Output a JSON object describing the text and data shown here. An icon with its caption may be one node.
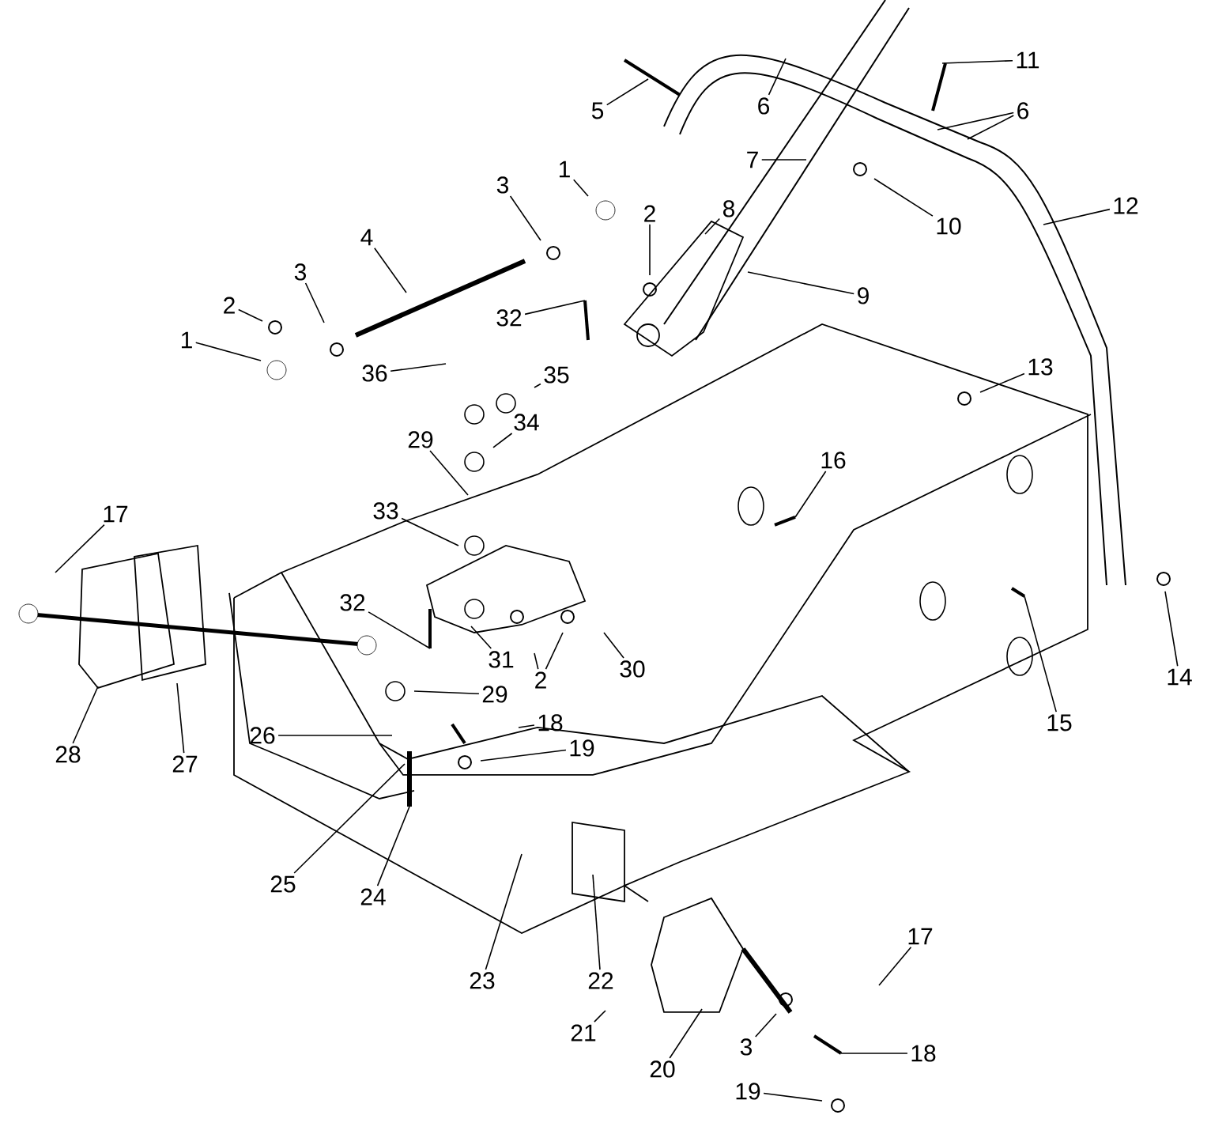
{
  "diagram": {
    "nodes": [
      {
        "text": [
          "11"
        ]
      },
      {
        "text": [
          "6"
        ]
      },
      {
        "text": [
          "6"
        ]
      },
      {
        "text": [
          "5"
        ]
      },
      {
        "text": [
          "7"
        ]
      },
      {
        "text": [
          "1"
        ]
      },
      {
        "text": [
          "3"
        ]
      },
      {
        "text": [
          "12"
        ]
      },
      {
        "text": [
          "8"
        ]
      },
      {
        "text": [
          "2"
        ]
      },
      {
        "text": [
          "10"
        ]
      },
      {
        "text": [
          "4"
        ]
      },
      {
        "text": [
          "3"
        ]
      },
      {
        "text": [
          "9"
        ]
      },
      {
        "text": [
          "2"
        ]
      },
      {
        "text": [
          "32"
        ]
      },
      {
        "text": [
          "1"
        ]
      },
      {
        "text": [
          "13"
        ]
      },
      {
        "text": [
          "36"
        ]
      },
      {
        "text": [
          "35"
        ]
      },
      {
        "text": [
          "34"
        ]
      },
      {
        "text": [
          "29"
        ]
      },
      {
        "text": [
          "16"
        ]
      },
      {
        "text": [
          "33"
        ]
      },
      {
        "text": [
          "17"
        ]
      },
      {
        "text": [
          "32"
        ]
      },
      {
        "text": [
          "30"
        ]
      },
      {
        "text": [
          "31"
        ]
      },
      {
        "text": [
          "2"
        ]
      },
      {
        "text": [
          "14"
        ]
      },
      {
        "text": [
          "29"
        ]
      },
      {
        "text": [
          "18"
        ]
      },
      {
        "text": [
          "15"
        ]
      },
      {
        "text": [
          "26"
        ]
      },
      {
        "text": [
          "19"
        ]
      },
      {
        "text": [
          "28"
        ]
      },
      {
        "text": [
          "27"
        ]
      },
      {
        "text": [
          "25"
        ]
      },
      {
        "text": [
          "24"
        ]
      },
      {
        "text": [
          "17"
        ]
      },
      {
        "text": [
          "22"
        ]
      },
      {
        "text": [
          "23"
        ]
      },
      {
        "text": [
          "21"
        ]
      },
      {
        "text": [
          "3"
        ]
      },
      {
        "text": [
          "18"
        ]
      },
      {
        "text": [
          "20"
        ]
      },
      {
        "text": [
          "19"
        ]
      }
    ],
    "edges": [
      {
        "from": 0,
        "to": null,
        "arrow": "none"
      },
      {
        "from": 1,
        "to": null,
        "arrow": "none"
      },
      {
        "from": 2,
        "to": null,
        "arrow": "none"
      },
      {
        "from": 2,
        "to": null,
        "arrow": "none"
      },
      {
        "from": 3,
        "to": null,
        "arrow": "none"
      },
      {
        "from": 4,
        "to": null,
        "arrow": "none"
      },
      {
        "from": 5,
        "to": null,
        "arrow": "none"
      },
      {
        "from": 6,
        "to": null,
        "arrow": "none"
      },
      {
        "from": 7,
        "to": null,
        "arrow": "none"
      },
      {
        "from": 8,
        "to": null,
        "arrow": "none"
      },
      {
        "from": 9,
        "to": null,
        "arrow": "none"
      },
      {
        "from": 10,
        "to": null,
        "arrow": "none"
      },
      {
        "from": 11,
        "to": null,
        "arrow": "none"
      },
      {
        "from": 12,
        "to": null,
        "arrow": "none"
      },
      {
        "from": 13,
        "to": null,
        "arrow": "none"
      },
      {
        "from": 14,
        "to": null,
        "arrow": "none"
      },
      {
        "from": 15,
        "to": null,
        "arrow": "none"
      },
      {
        "from": 16,
        "to": null,
        "arrow": "none"
      },
      {
        "from": 17,
        "to": null,
        "arrow": "none"
      },
      {
        "from": 18,
        "to": null,
        "arrow": "none"
      },
      {
        "from": 19,
        "to": null,
        "arrow": "none"
      },
      {
        "from": 20,
        "to": null,
        "arrow": "none"
      },
      {
        "from": 21,
        "to": null,
        "arrow": "none"
      },
      {
        "from": 22,
        "to": null,
        "arrow": "none"
      },
      {
        "from": 23,
        "to": null,
        "arrow": "none"
      },
      {
        "from": 24,
        "to": null,
        "arrow": "none"
      },
      {
        "from": 25,
        "to": null,
        "arrow": "none"
      },
      {
        "from": 26,
        "to": null,
        "arrow": "none"
      },
      {
        "from": 27,
        "to": null,
        "arrow": "none"
      },
      {
        "from": 28,
        "to": null,
        "arrow": "none"
      },
      {
        "from": 28,
        "to": null,
        "arrow": "none"
      },
      {
        "from": 29,
        "to": null,
        "arrow": "none"
      },
      {
        "from": 30,
        "to": null,
        "arrow": "none"
      },
      {
        "from": 31,
        "to": null,
        "arrow": "none"
      },
      {
        "from": 32,
        "to": null,
        "arrow": "none"
      },
      {
        "from": 33,
        "to": null,
        "arrow": "none"
      },
      {
        "from": 34,
        "to": null,
        "arrow": "none"
      },
      {
        "from": 35,
        "to": null,
        "arrow": "none"
      },
      {
        "from": 36,
        "to": null,
        "arrow": "none"
      },
      {
        "from": 37,
        "to": null,
        "arrow": "none"
      },
      {
        "from": 38,
        "to": null,
        "arrow": "none"
      },
      {
        "from": 39,
        "to": null,
        "arrow": "none"
      },
      {
        "from": 40,
        "to": null,
        "arrow": "none"
      },
      {
        "from": 41,
        "to": null,
        "arrow": "none"
      },
      {
        "from": 42,
        "to": null,
        "arrow": "none"
      },
      {
        "from": 43,
        "to": null,
        "arrow": "none"
      },
      {
        "from": 44,
        "to": null,
        "arrow": "none"
      },
      {
        "from": 45,
        "to": null,
        "arrow": "none"
      },
      {
        "from": 46,
        "to": null,
        "arrow": "none"
      }
    ]
  }
}
